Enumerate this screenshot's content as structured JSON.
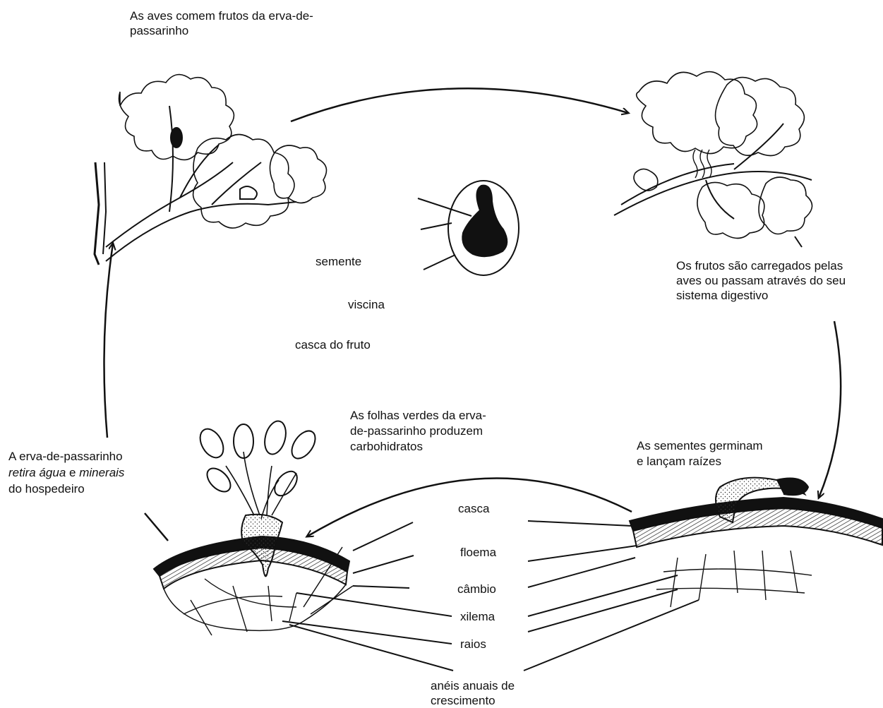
{
  "stages": {
    "birds_eat": [
      "As aves comem frutos da erva-de-",
      "passarinho"
    ],
    "fruits_carried": [
      "Os frutos são carregados pelas",
      "aves ou passam através do seu",
      "sistema digestivo"
    ],
    "seeds_germinate": [
      "As sementes germinam",
      "e lançam raízes"
    ],
    "leaves_produce": [
      "As folhas verdes da erva-",
      "de-passarinho produzem",
      "carbohidratos"
    ],
    "mistletoe_takes": {
      "line1": "A erva-de-passarinho",
      "line2_italic_a": "retira água",
      "line2_plain": " e ",
      "line2_italic_b": "minerais",
      "line3": "do hospedeiro"
    }
  },
  "fruit_parts": {
    "seed": "semente",
    "viscin": "viscina",
    "skin": "casca do fruto"
  },
  "tissue_layers": {
    "bark": "casca",
    "phloem": "floema",
    "cambium": "câmbio",
    "xylem": "xilema",
    "rays": "raios",
    "rings": [
      "anéis anuais de",
      "crescimento"
    ]
  }
}
